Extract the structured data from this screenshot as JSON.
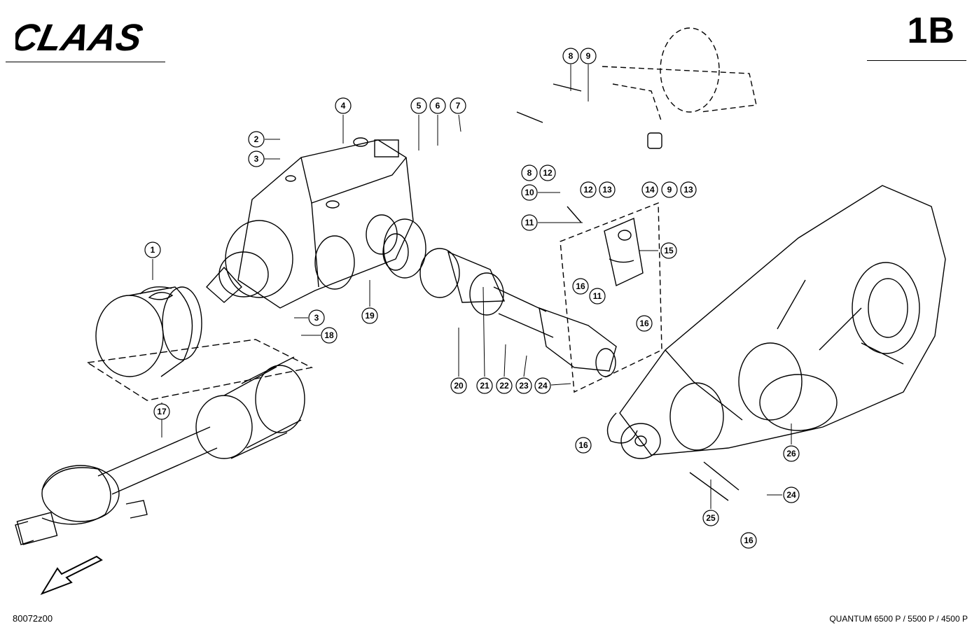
{
  "brand": "CLAAS",
  "sheet_id": "1B",
  "drawing_code": "80072z00",
  "model_line": "QUANTUM 6500 P / 5500 P / 4500 P",
  "callouts": [
    {
      "id": "c1",
      "num": "1"
    },
    {
      "id": "c2",
      "num": "2"
    },
    {
      "id": "c3a",
      "num": "3"
    },
    {
      "id": "c3b",
      "num": "3"
    },
    {
      "id": "c4",
      "num": "4"
    },
    {
      "id": "c5",
      "num": "5"
    },
    {
      "id": "c6",
      "num": "6"
    },
    {
      "id": "c7",
      "num": "7"
    },
    {
      "id": "c8a",
      "num": "8"
    },
    {
      "id": "c9a",
      "num": "9"
    },
    {
      "id": "c8b",
      "num": "8"
    },
    {
      "id": "c12a",
      "num": "12"
    },
    {
      "id": "c12b",
      "num": "12"
    },
    {
      "id": "c13a",
      "num": "13"
    },
    {
      "id": "c14",
      "num": "14"
    },
    {
      "id": "c9b",
      "num": "9"
    },
    {
      "id": "c13b",
      "num": "13"
    },
    {
      "id": "c10",
      "num": "10"
    },
    {
      "id": "c11a",
      "num": "11"
    },
    {
      "id": "c15",
      "num": "15"
    },
    {
      "id": "c16a",
      "num": "16"
    },
    {
      "id": "c11b",
      "num": "11"
    },
    {
      "id": "c16b",
      "num": "16"
    },
    {
      "id": "c19",
      "num": "19"
    },
    {
      "id": "c18",
      "num": "18"
    },
    {
      "id": "c17",
      "num": "17"
    },
    {
      "id": "c20",
      "num": "20"
    },
    {
      "id": "c21",
      "num": "21"
    },
    {
      "id": "c22",
      "num": "22"
    },
    {
      "id": "c23",
      "num": "23"
    },
    {
      "id": "c24a",
      "num": "24"
    },
    {
      "id": "c16c",
      "num": "16"
    },
    {
      "id": "c26",
      "num": "26"
    },
    {
      "id": "c24b",
      "num": "24"
    },
    {
      "id": "c25",
      "num": "25"
    },
    {
      "id": "c16d",
      "num": "16"
    }
  ],
  "colors": {
    "ink": "#000000",
    "paper": "#ffffff"
  }
}
